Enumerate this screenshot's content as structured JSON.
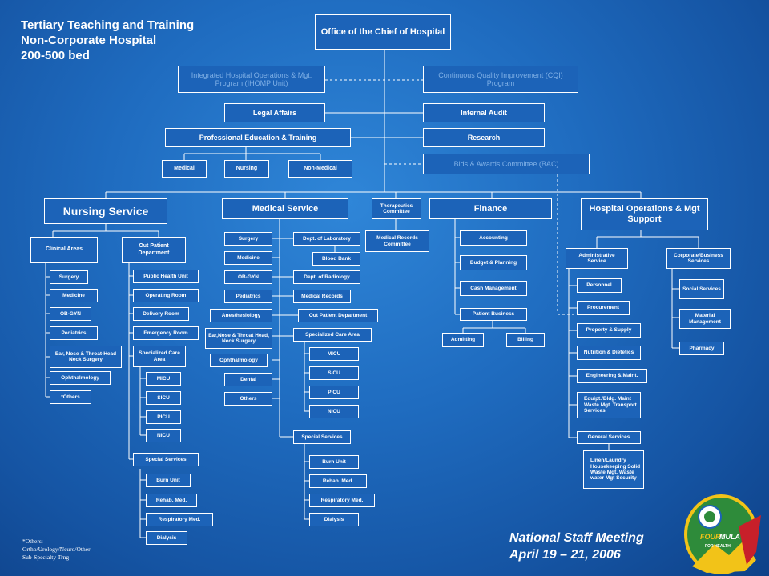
{
  "title": {
    "line1": "Tertiary Teaching and Training",
    "line2": "Non-Corporate Hospital",
    "line3": "200-500 bed"
  },
  "chief": "Office of the Chief of Hospital",
  "staff": {
    "ihomp": "Integrated Hospital Operations & Mgt. Program (IHOMP Unit)",
    "cqi": "Continuous Quality Improvement (CQI) Program",
    "legal": "Legal Affairs",
    "audit": "Internal Audit",
    "pet": "Professional Education & Training",
    "research": "Research",
    "bac": "Bids & Awards Committee (BAC)",
    "pet_medical": "Medical",
    "pet_nursing": "Nursing",
    "pet_nonmedical": "Non-Medical"
  },
  "nursing": {
    "title": "Nursing Service",
    "clinical": "Clinical Areas",
    "clinical_items": [
      "Surgery",
      "Medicine",
      "OB-GYN",
      "Pediatrics",
      "Ear, Nose & Throat-Head Neck Surgery",
      "Ophthalmology",
      "*Others"
    ],
    "opd": "Out Patient Department",
    "opd_items": [
      "Public Health Unit",
      "Operating Room",
      "Delivery Room",
      "Emergency Room",
      "Specialized Care Area"
    ],
    "care_items": [
      "MICU",
      "SICU",
      "PICU",
      "NICU"
    ],
    "special": "Special Services",
    "special_items": [
      "Burn Unit",
      "Rehab. Med.",
      "Respiratory Med.",
      "Dialysis"
    ]
  },
  "medical": {
    "title": "Medical Service",
    "left_items": [
      "Surgery",
      "Medicine",
      "OB-GYN",
      "Pediatrics",
      "Anesthesiology",
      "Ear,Nose & Throat Head, Neck Surgery",
      "Ophthalmology",
      "Dental",
      "Others"
    ],
    "lab": "Dept. of Laboratory",
    "blood_bank": "Blood Bank",
    "radiology": "Dept. of Radiology",
    "records": "Medical Records",
    "opd": "Out Patient Department",
    "care": "Specialized Care Area",
    "care_items": [
      "MICU",
      "SICU",
      "PICU",
      "NICU"
    ],
    "special": "Special Services",
    "special_items": [
      "Burn Unit",
      "Rehab. Med.",
      "Respiratory Med.",
      "Dialysis"
    ]
  },
  "therapeutics": "Therapeutics Committee",
  "records_committee": "Medical Records Committee",
  "finance": {
    "title": "Finance",
    "items": [
      "Accounting",
      "Budget & Planning",
      "Cash Management",
      "Patient Business"
    ],
    "admitting": "Admitting",
    "billing": "Billing"
  },
  "hosp_ops": {
    "title": "Hospital Operations & Mgt Support",
    "admin": "Administrative Service",
    "admin_items": [
      "Personnel",
      "Procurement",
      "Property & Supply",
      "Nutrition & Dietetics",
      "Engineering & Maint.",
      "Equipt./Bldg. Maint Waste Mgt. Transport Services",
      "General Services"
    ],
    "general_sub": "Linen/Laundry Housekeeping Solid Waste Mgt. Waste water Mgt Security",
    "corp": "Corporate/Business Services",
    "corp_items": [
      "Social Services",
      "Material Management",
      "Pharmacy"
    ]
  },
  "note": {
    "line1": "*Others:",
    "line2": "Ortho/Urology/Neuro/Other",
    "line3": "Sub-Specialty Trng"
  },
  "meeting": {
    "line1": "National Staff Meeting",
    "line2": "April 19 – 21, 2006"
  },
  "logo": {
    "text1": "FOUR",
    "text2": "MULA",
    "text3": "FOR HEALTH"
  },
  "colors": {
    "background": "#1c63b8",
    "box": "#1c63b8",
    "line": "#ffffff",
    "ghost_text": "#7fb0e6",
    "logo_green": "#2e8b3a",
    "logo_yellow": "#f2c318",
    "logo_red": "#c8202a"
  }
}
